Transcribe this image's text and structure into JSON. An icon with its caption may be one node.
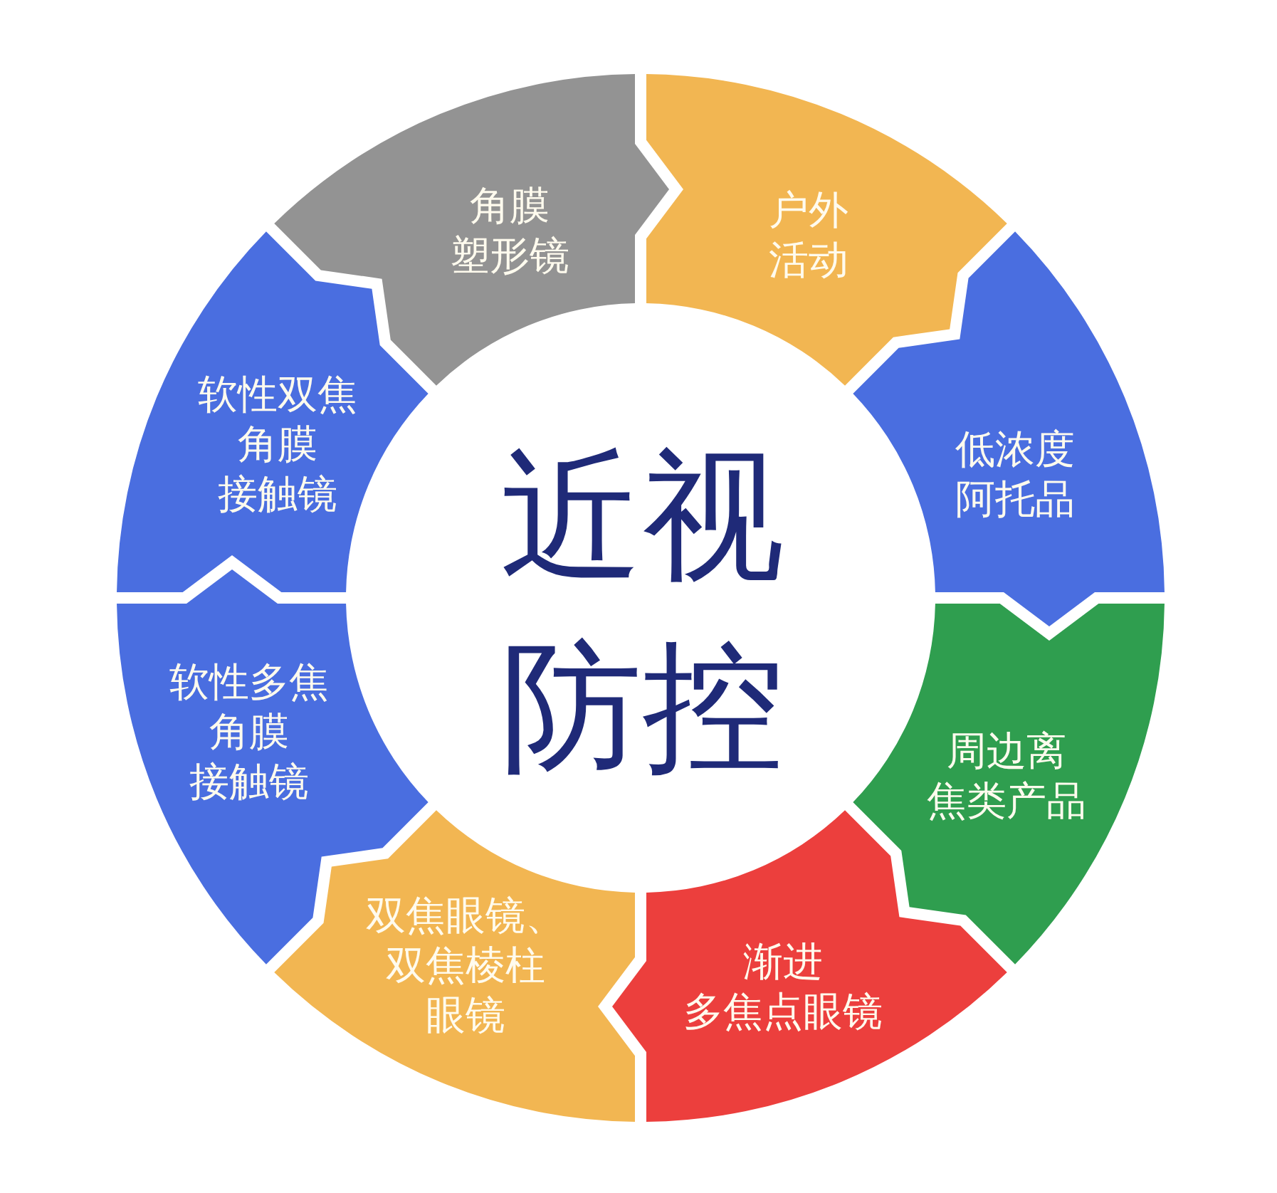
{
  "diagram": {
    "nodes": [
      {
        "text": [
          "近视防控"
        ]
      },
      {
        "text": [
          "角膜塑形镜"
        ]
      },
      {
        "text": [
          "户外活动"
        ]
      },
      {
        "text": [
          "低浓度阿托品"
        ]
      },
      {
        "text": [
          "周边离焦类产品"
        ]
      },
      {
        "text": [
          "渐进多焦点眼镜"
        ]
      },
      {
        "text": [
          "双焦眼镜、双焦棱柱眼镜"
        ]
      },
      {
        "text": [
          "软性多焦角膜接触镜"
        ]
      },
      {
        "text": [
          "软性双焦角膜接触镜"
        ]
      }
    ]
  }
}
